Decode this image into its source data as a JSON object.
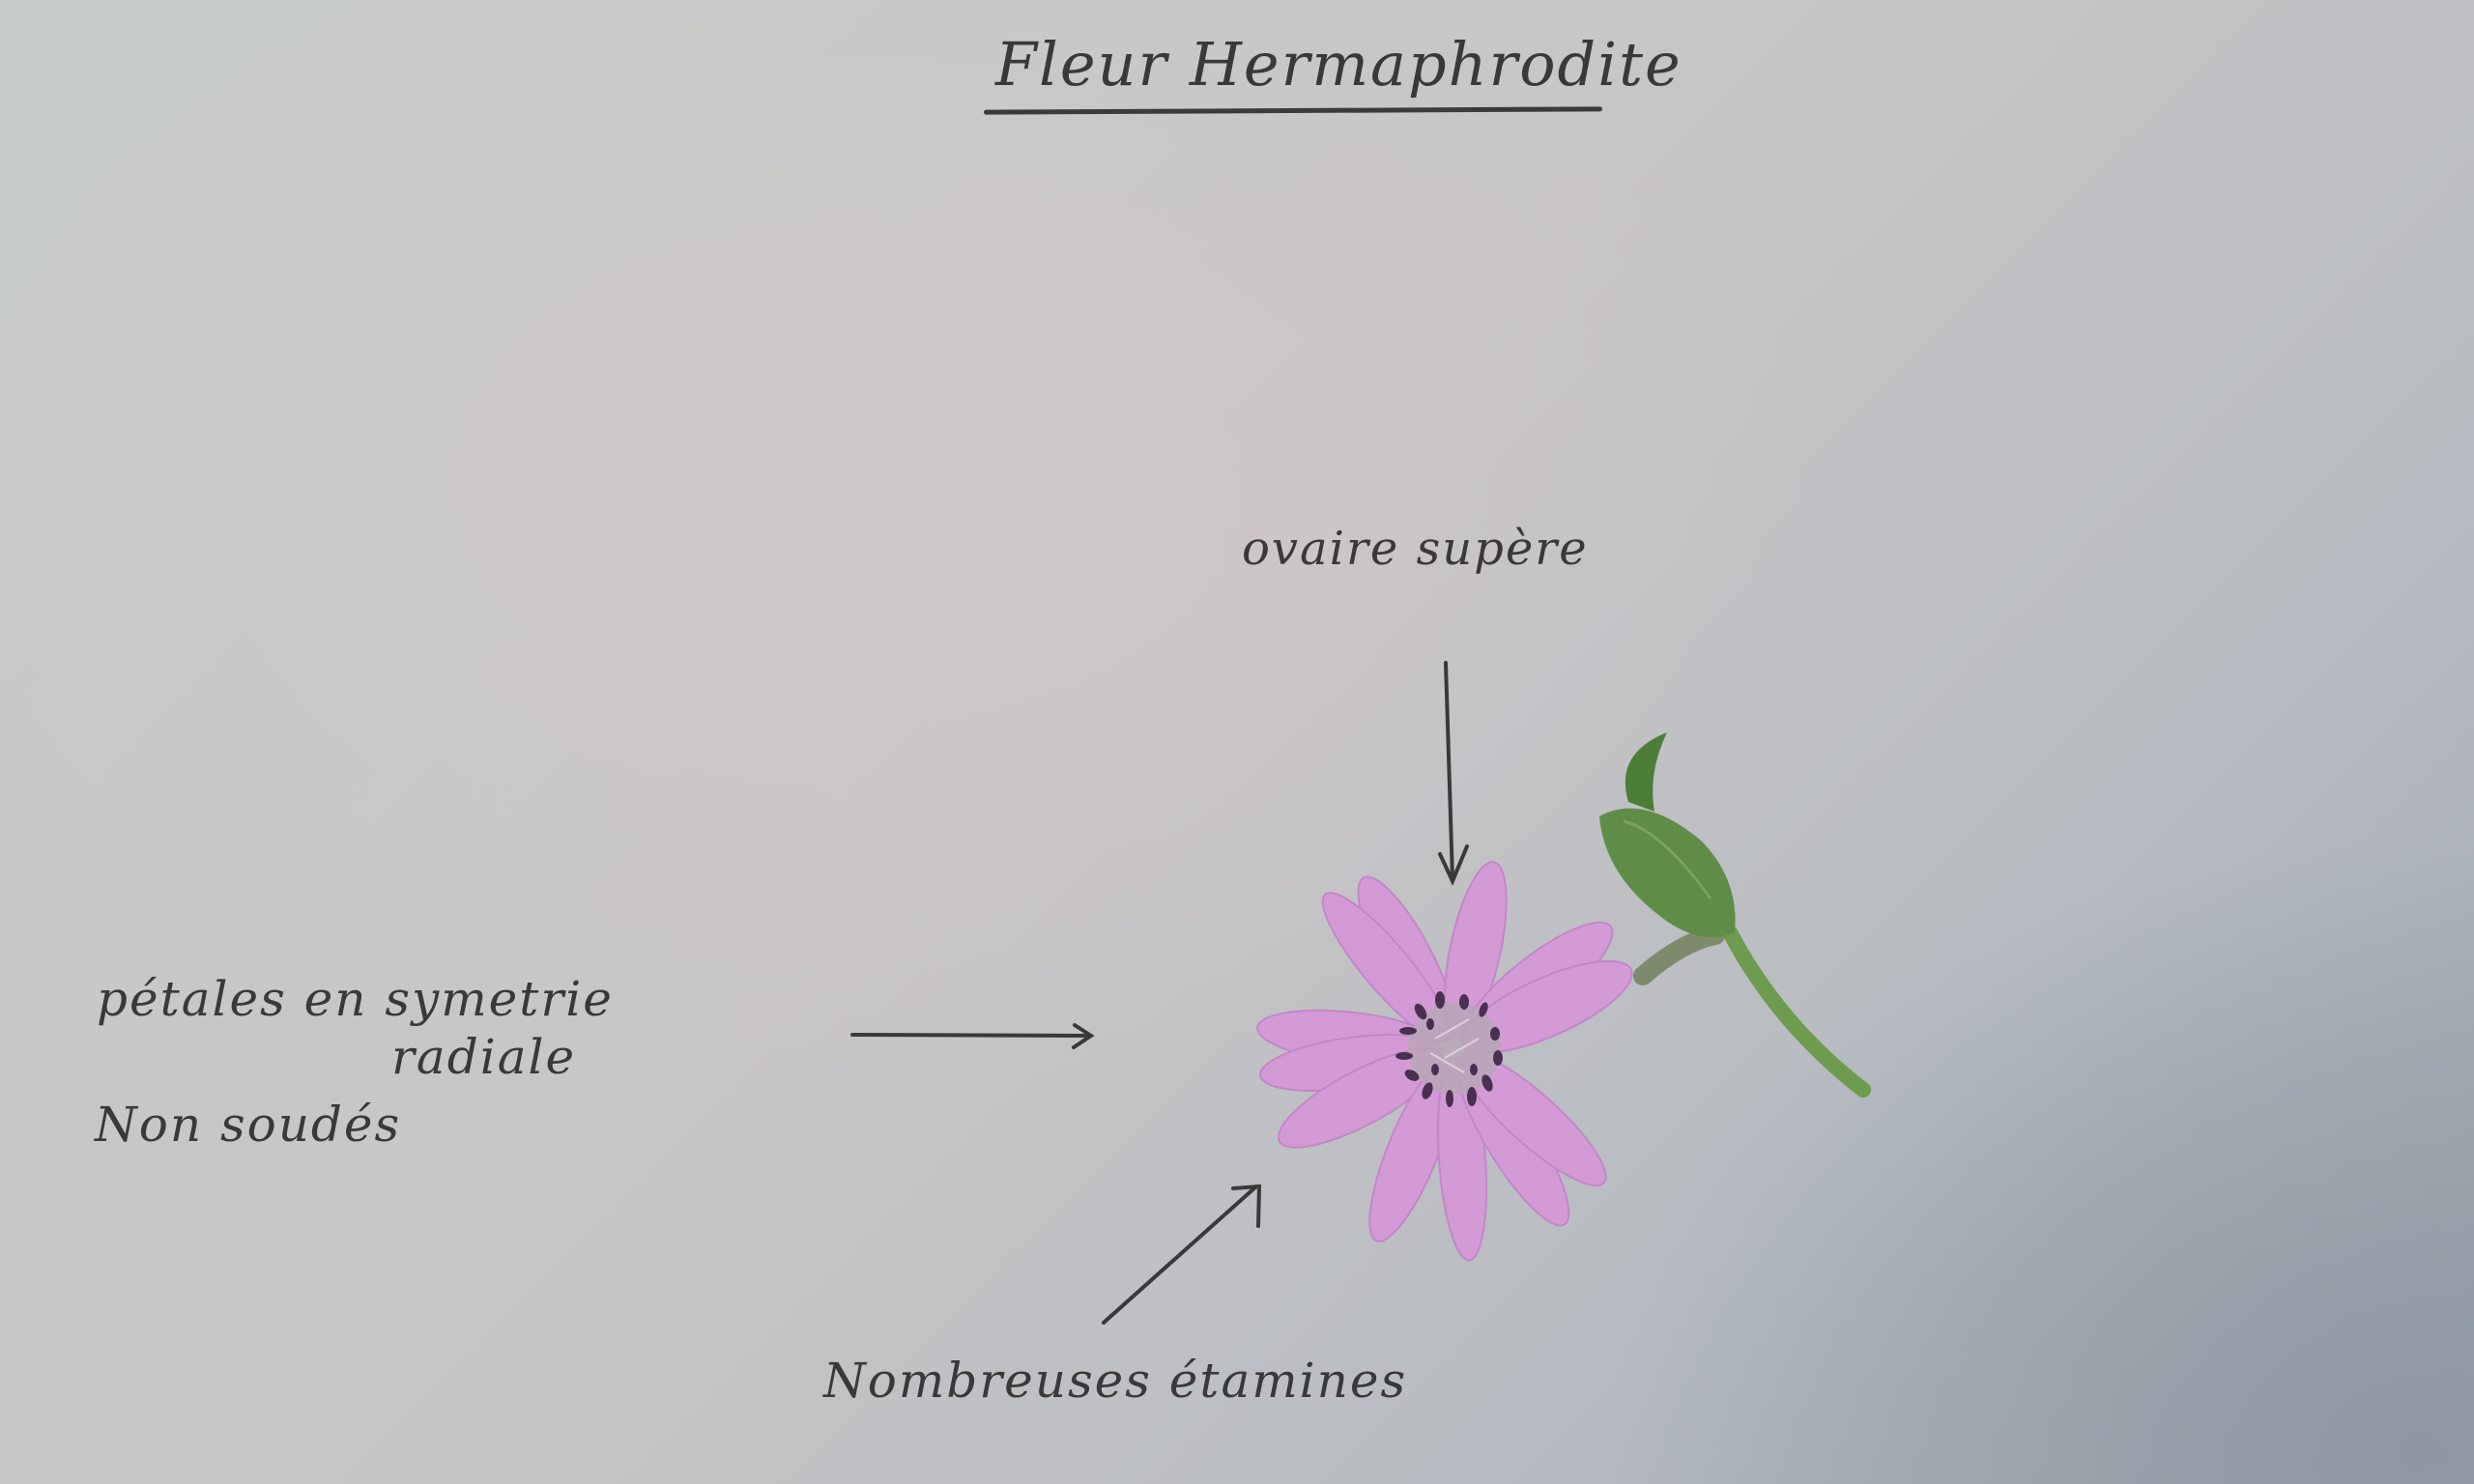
{
  "title": "Fleur Hermaphrodite",
  "labels": {
    "ovaire": "ovaire supère",
    "petales_line1": "pétales en symetrie",
    "petales_line2": "radiale",
    "non_soudes": "Non soudés",
    "etamines": "Nombreuses étamines"
  },
  "arrows": [
    {
      "name": "ovaire-arrow",
      "direction": "down"
    },
    {
      "name": "petales-arrow",
      "direction": "right"
    },
    {
      "name": "etamines-arrow",
      "direction": "up-right"
    }
  ],
  "specimen": {
    "subject": "pink/lilac flower with green bud and stem",
    "colors": {
      "petal": "#d49ad6",
      "petal_shade": "#c287c8",
      "stamen": "#4a3050",
      "center": "#b9a6b8",
      "leaf": "#5d8c47",
      "stem": "#6d9c4e",
      "ink": "#3a3838",
      "paper": "#c6c8c8"
    }
  }
}
